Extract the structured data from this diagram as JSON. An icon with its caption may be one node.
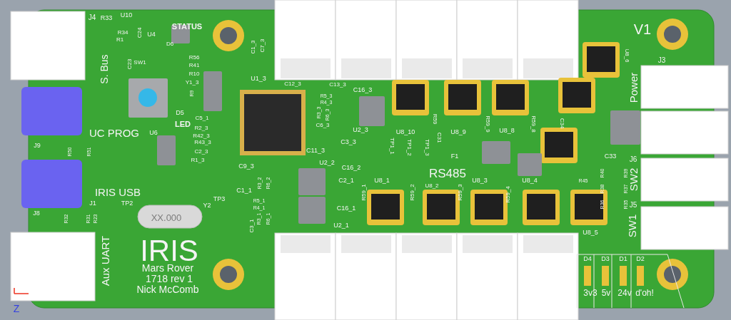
{
  "diagram": {
    "labels": [
      "J4",
      "R33",
      "U10",
      "STATUS",
      "R34",
      "R1",
      "C24",
      "U4",
      "D6",
      "C23",
      "SW1",
      "R56",
      "R41",
      "R10",
      "S. Bus",
      "Y1_3",
      "R9",
      "D5",
      "LED",
      "C5_1",
      "R2_3",
      "UC PROG",
      "U6",
      "J9",
      "R42_3",
      "R43_3",
      "R50",
      "R51",
      "C2_3",
      "R1_3",
      "C1_3",
      "C7_3",
      "U1_3",
      "C12_3",
      "C13_3",
      "R5_3",
      "R4_3",
      "R3_3",
      "R6_3",
      "C6_3",
      "C16_3",
      "U2_3",
      "R59",
      "U8_10",
      "U8_9",
      "C31",
      "TP1_1",
      "TP1_2",
      "TP1_3",
      "F1",
      "C3_3",
      "C11_3",
      "V1",
      "U8_6",
      "J3",
      "Power",
      "U8_8",
      "R59_9",
      "R59_8",
      "C34",
      "C33",
      "J6",
      "C9_3",
      "U2_2",
      "C16_2",
      "R3_2",
      "R6_2",
      "RS485",
      "C2_1",
      "U8_1",
      "U8_2",
      "U8_3",
      "U8_4",
      "R45",
      "R40",
      "R39",
      "SW2",
      "C1_1",
      "R59_1",
      "R59_2",
      "R59_3",
      "R59_4",
      "R38",
      "R37",
      "R5_1",
      "R4_1",
      "C16_1",
      "R36",
      "R35",
      "J5",
      "IRIS USB",
      "J8",
      "J1",
      "TP2",
      "Y2",
      "TP3",
      "R32",
      "R31",
      "R23",
      "XX.000",
      "R3_1",
      "R6_1",
      "C3_1",
      "U2_1",
      "SW1",
      "U8_5",
      "IRIS",
      "Aux UART",
      "Mars Rover",
      "1718 rev 1",
      "Nick McComb",
      "D4",
      "D3",
      "D1",
      "D2",
      "3v3",
      "5v",
      "24v",
      "d'oh!",
      "Z"
    ]
  }
}
